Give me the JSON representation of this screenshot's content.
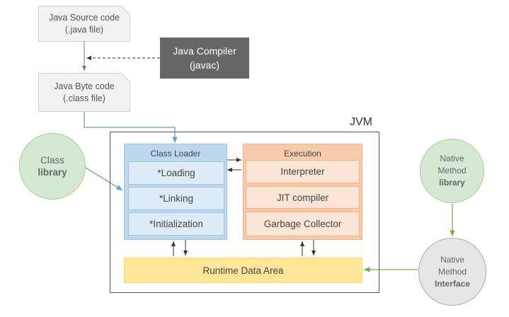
{
  "source_doc": {
    "line1": "Java Source code",
    "line2": "(.java file)"
  },
  "compiler": {
    "line1": "Java Compiler",
    "line2": "(javac)"
  },
  "bytecode_doc": {
    "line1": "Java Byte code",
    "line2": "(.class file)"
  },
  "jvm": {
    "label": "JVM"
  },
  "class_loader": {
    "title": "Class Loader",
    "items": [
      "*Loading",
      "*Linking",
      "*Initialization"
    ]
  },
  "execution": {
    "title": "Execution",
    "items": [
      "Interpreter",
      "JIT compiler",
      "Garbage Collector"
    ]
  },
  "runtime": {
    "label": "Runtime Data Area"
  },
  "class_library": {
    "line1": "Class",
    "line2": "library"
  },
  "native_library": {
    "line1": "Native",
    "line2": "Method",
    "line3": "library"
  },
  "native_interface": {
    "line1": "Native",
    "line2": "Method",
    "line3": "Interface"
  },
  "colors": {
    "compiler": "#666666",
    "class_loader": "#bdd7ee",
    "execution": "#f8cbad",
    "runtime": "#ffe699",
    "green_circle": "#d5e8d4",
    "grey_circle": "#e7e6e6",
    "blue_arrow": "#5b9bd5",
    "green_arrow": "#70ad47"
  }
}
